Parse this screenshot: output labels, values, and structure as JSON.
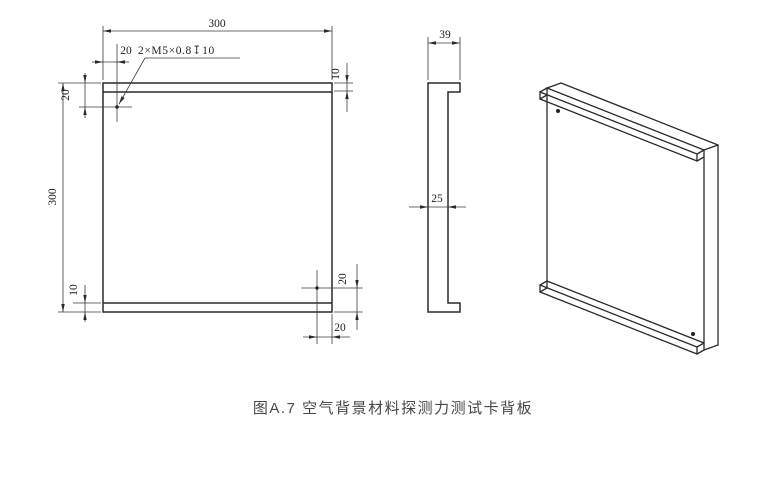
{
  "figure": {
    "caption": "图A.7  空气背景材料探测力测试卡背板"
  },
  "front_view": {
    "width_top": "300",
    "hole_offset_x_top": "20",
    "thread_callout": "2×M5×0.8↧10",
    "rail_height_right": "10",
    "hole_offset_y_left": "20",
    "height_left": "300",
    "rail_height_bottom": "10",
    "hole_offset_y_right": "20",
    "hole_offset_x_bottom": "20"
  },
  "side_view": {
    "overall_depth": "39",
    "plate_thickness": "25"
  }
}
